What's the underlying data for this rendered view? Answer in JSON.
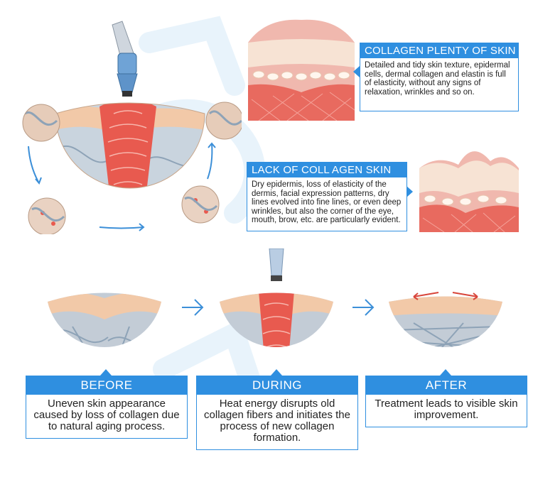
{
  "top_right": {
    "title": "COLLAGEN PLENTY OF SKIN",
    "text": "Detailed and tidy skin texture, epidermal cells, dermal collagen and elastin is full of elasticity, without any signs of relaxation, wrinkles and so on."
  },
  "mid_left": {
    "title": "LACK OF COLL AGEN SKIN",
    "text": "Dry epidermis, loss of elasticity of the dermis, facial expression patterns, dry lines evolved into fine lines, or even deep wrinkles, but also the corner of the eye, mouth, brow, etc. are particularly evident."
  },
  "stages": [
    {
      "title": "BEFORE",
      "text": "Uneven skin appearance caused by loss of collagen due to natural aging process."
    },
    {
      "title": "DURING",
      "text": "Heat energy disrupts old collagen fibers and initiates the process of new collagen formation."
    },
    {
      "title": "AFTER",
      "text": "Treatment leads to visible skin improvement."
    }
  ],
  "colors": {
    "accent": "#2f8fe0",
    "skin": "#f2c9a8",
    "dermis": "#e85a4f",
    "fiber": "#9fb3c8"
  }
}
